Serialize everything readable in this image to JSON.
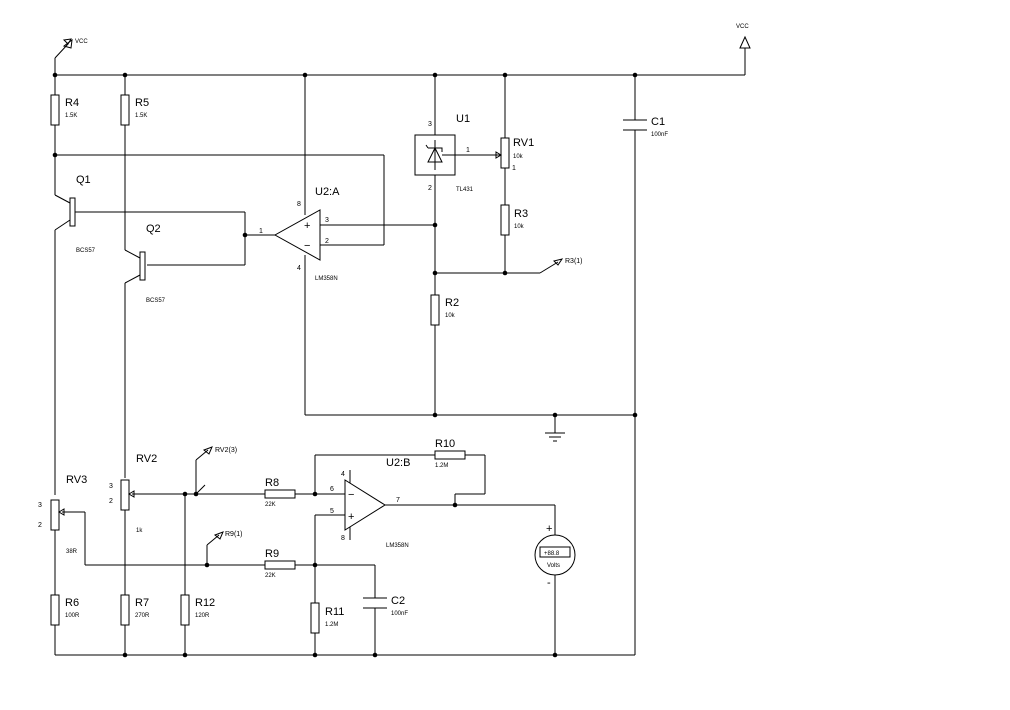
{
  "power": {
    "vcc_left": "VCC",
    "vcc_right": "VCC"
  },
  "components": {
    "R4": {
      "ref": "R4",
      "value": "1.5K"
    },
    "R5": {
      "ref": "R5",
      "value": "1.5K"
    },
    "Q1": {
      "ref": "Q1",
      "value": "BCS57"
    },
    "Q2": {
      "ref": "Q2",
      "value": "BCS57"
    },
    "U2A": {
      "ref": "U2:A",
      "value": "LM358N",
      "pin_out": "1",
      "pin_plus": "3",
      "pin_minus": "2",
      "pin_vcc": "8",
      "pin_gnd": "4"
    },
    "U1": {
      "ref": "U1",
      "value": "TL431",
      "pin_cathode": "3",
      "pin_anode": "2",
      "pin_ref": "1"
    },
    "RV1": {
      "ref": "RV1",
      "value": "10k"
    },
    "R3": {
      "ref": "R3",
      "value": "10k"
    },
    "R2": {
      "ref": "R2",
      "value": "10k"
    },
    "C1": {
      "ref": "C1",
      "value": "100nF"
    },
    "RV3": {
      "ref": "RV3",
      "value": "38R",
      "wiper": "100%"
    },
    "RV2": {
      "ref": "RV2",
      "value": "1k",
      "wiper": "100%"
    },
    "R6": {
      "ref": "R6",
      "value": "100R"
    },
    "R7": {
      "ref": "R7",
      "value": "270R"
    },
    "R12": {
      "ref": "R12",
      "value": "120R"
    },
    "R8": {
      "ref": "R8",
      "value": "22K"
    },
    "R9": {
      "ref": "R9",
      "value": "22K"
    },
    "R10": {
      "ref": "R10",
      "value": "1.2M"
    },
    "R11": {
      "ref": "R11",
      "value": "1.2M"
    },
    "C2": {
      "ref": "C2",
      "value": "100nF"
    },
    "U2B": {
      "ref": "U2:B",
      "value": "LM358N",
      "pin_out": "7",
      "pin_minus": "6",
      "pin_plus": "5",
      "pin_vcc": "4",
      "pin_gnd": "8"
    },
    "meter": {
      "reading": "+88.8",
      "unit": "Volts",
      "plus": "+",
      "minus": "-"
    }
  },
  "probes": {
    "r3": "R3(1)",
    "rv2": "RV2(3)",
    "r9": "R9(1)"
  },
  "opamp_signs": {
    "plus": "+",
    "minus": "−"
  },
  "pot_pins": {
    "one": "1",
    "two": "2",
    "three": "3"
  }
}
